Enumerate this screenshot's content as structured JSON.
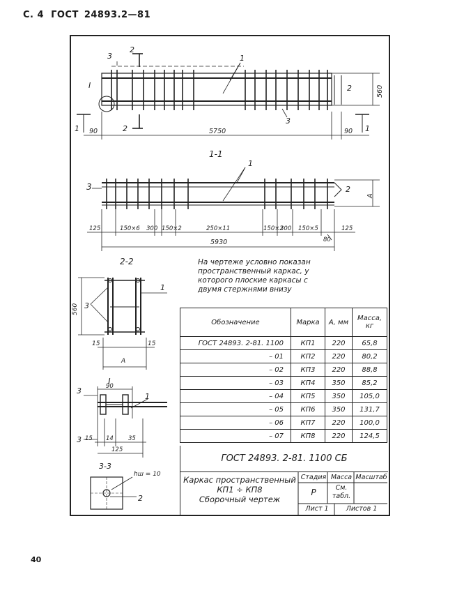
{
  "header": {
    "page_prefix": "С. 4",
    "standard": "ГОСТ",
    "number": "24893.2—81"
  },
  "page_number": "40",
  "drawing": {
    "view_main": {
      "callout_3": "3",
      "callout_1": "1",
      "callout_2": "2",
      "callout_I": "I",
      "section_mark": "2",
      "cut_mark": "1",
      "dim_left": "90",
      "dim_total": "5750",
      "dim_right": "90",
      "dim_height": "560"
    },
    "section_1_1": {
      "title": "1-1",
      "callout_3": "3",
      "callout_1": "1",
      "callout_2": "2",
      "dim_A": "A",
      "dims": [
        "125",
        "150×6",
        "300",
        "150×2",
        "250×11",
        "150×2",
        "300",
        "150×5",
        "125"
      ],
      "dim_80": "80",
      "dim_total": "5930"
    },
    "section_2_2": {
      "title": "2-2",
      "callout_3": "3",
      "callout_1": "1",
      "dim_height": "560",
      "dim_15_left": "15",
      "dim_15_right": "15",
      "dim_A": "A"
    },
    "detail_I": {
      "title": "I",
      "mark_3": "3",
      "callout_1": "1",
      "dim_90": "90",
      "dim_15": "15",
      "dim_14": "14",
      "dim_35": "35",
      "dim_125": "125"
    },
    "section_3_3": {
      "title": "3-3",
      "weld_label": "hш = 10",
      "callout_2": "2"
    }
  },
  "note": "На чертеже условно показан пространственный каркас, у которого плоские каркасы с двумя стержнями внизу",
  "spec_table": {
    "headers": [
      "Обозначение",
      "Марка",
      "А, мм",
      "Масса, кг"
    ],
    "rows": [
      [
        "ГОСТ 24893. 2-81. 1100",
        "КП1",
        "220",
        "65,8"
      ],
      [
        "– 01",
        "КП2",
        "220",
        "80,2"
      ],
      [
        "– 02",
        "КП3",
        "220",
        "88,8"
      ],
      [
        "– 03",
        "КП4",
        "350",
        "85,2"
      ],
      [
        "– 04",
        "КП5",
        "350",
        "105,0"
      ],
      [
        "– 05",
        "КП6",
        "350",
        "131,7"
      ],
      [
        "– 06",
        "КП7",
        "220",
        "100,0"
      ],
      [
        "– 07",
        "КП8",
        "220",
        "124,5"
      ]
    ]
  },
  "title_block": {
    "code": "ГОСТ 24893. 2-81. 1100 СБ",
    "title_line1": "Каркас пространственный",
    "title_line2": "КП1 ÷ КП8",
    "title_line3": "Сборочный чертеж",
    "stage_label": "Стадия",
    "mass_label": "Масса",
    "scale_label": "Масштаб",
    "stage_value": "Р",
    "mass_value": "См. табл.",
    "sheet_label": "Лист 1",
    "sheets_label": "Листов 1"
  }
}
